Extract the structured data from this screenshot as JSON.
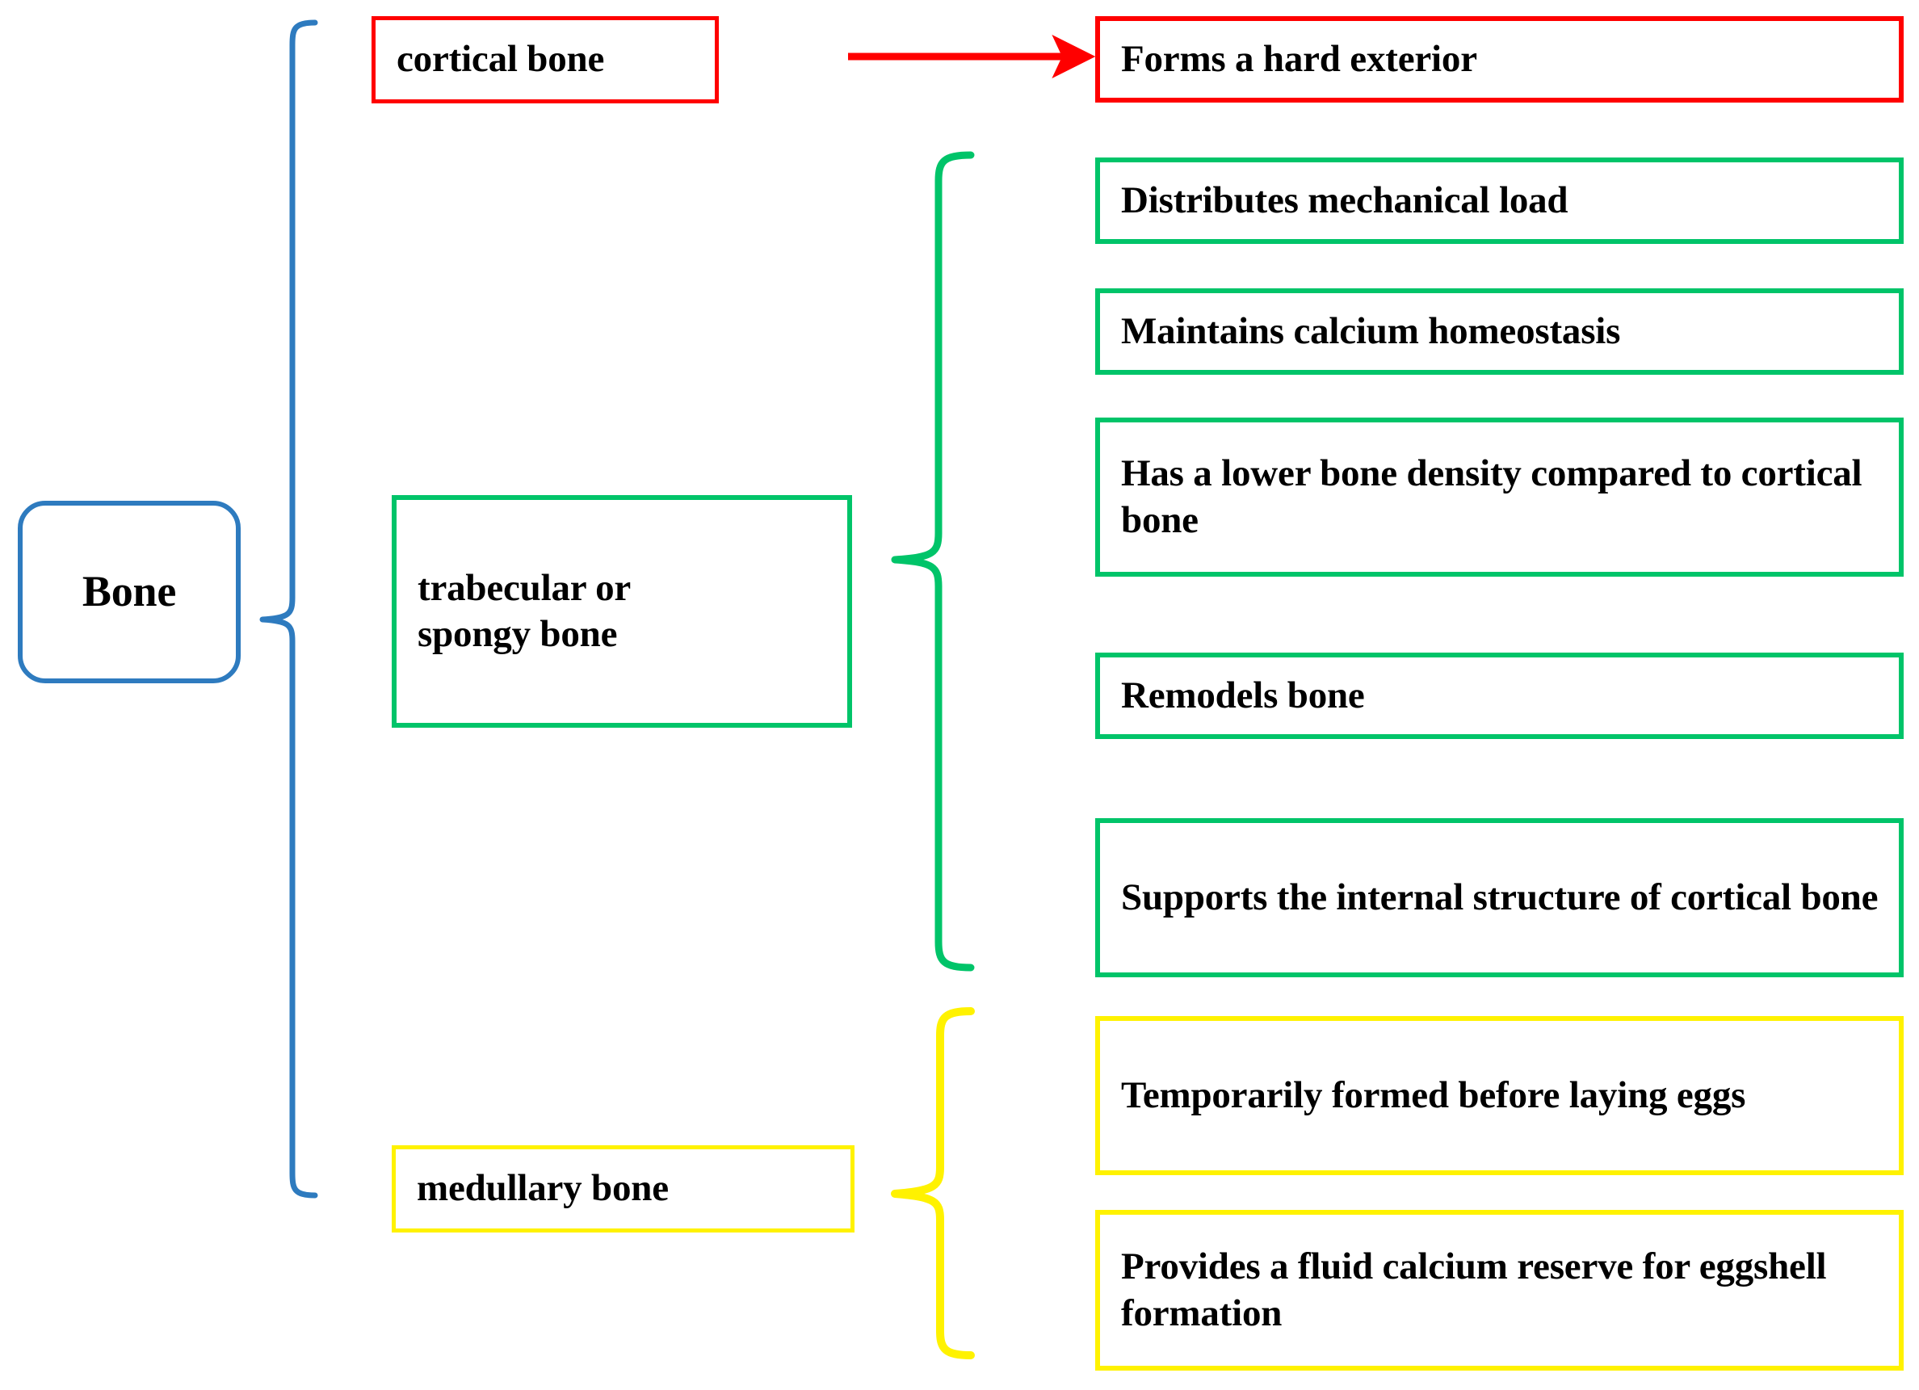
{
  "diagram": {
    "type": "hierarchy-bracket-diagram",
    "title": "Bone",
    "root": {
      "label": "Bone",
      "color": "#2E7BBF",
      "shape": "rounded-rectangle"
    },
    "branches": [
      {
        "id": "cortical",
        "label": "cortical bone",
        "color": "#FF0000",
        "connector": "arrow",
        "details": [
          "Forms a hard exterior"
        ]
      },
      {
        "id": "trabecular",
        "label": "trabecular or\nspongy bone",
        "label_line1": "trabecular or",
        "label_line2": "spongy bone",
        "color": "#00C469",
        "connector": "curly-brace",
        "details": [
          "Distributes mechanical load",
          "Maintains calcium homeostasis",
          "Has a lower bone density compared to cortical bone",
          "Remodels bone",
          "Supports the internal structure of cortical bone"
        ]
      },
      {
        "id": "medullary",
        "label": "medullary bone",
        "color": "#FFF200",
        "connector": "curly-brace",
        "details": [
          "Temporarily formed before laying eggs",
          "Provides a fluid calcium reserve for eggshell formation"
        ]
      }
    ],
    "leaves": [
      {
        "text": "Forms a hard exterior",
        "color": "#FF0000",
        "parent": "cortical"
      },
      {
        "text": "Distributes mechanical load",
        "color": "#00C469",
        "parent": "trabecular"
      },
      {
        "text": "Maintains calcium homeostasis",
        "color": "#00C469",
        "parent": "trabecular"
      },
      {
        "text": "Has a lower bone density compared to cortical bone",
        "color": "#00C469",
        "parent": "trabecular"
      },
      {
        "text": "Remodels bone",
        "color": "#00C469",
        "parent": "trabecular"
      },
      {
        "text": "Supports the internal structure of cortical bone",
        "color": "#00C469",
        "parent": "trabecular"
      },
      {
        "text": "Temporarily formed before laying eggs",
        "color": "#FFF200",
        "parent": "medullary"
      },
      {
        "text": "Provides a fluid calcium reserve for eggshell formation",
        "color": "#FFF200",
        "parent": "medullary"
      }
    ],
    "colors": {
      "root_blue": "#2E7BBF",
      "cortical_red": "#FF0000",
      "trabecular_green": "#00C469",
      "medullary_yellow": "#FFF200",
      "text_black": "#000000",
      "background_white": "#FFFFFF"
    }
  }
}
